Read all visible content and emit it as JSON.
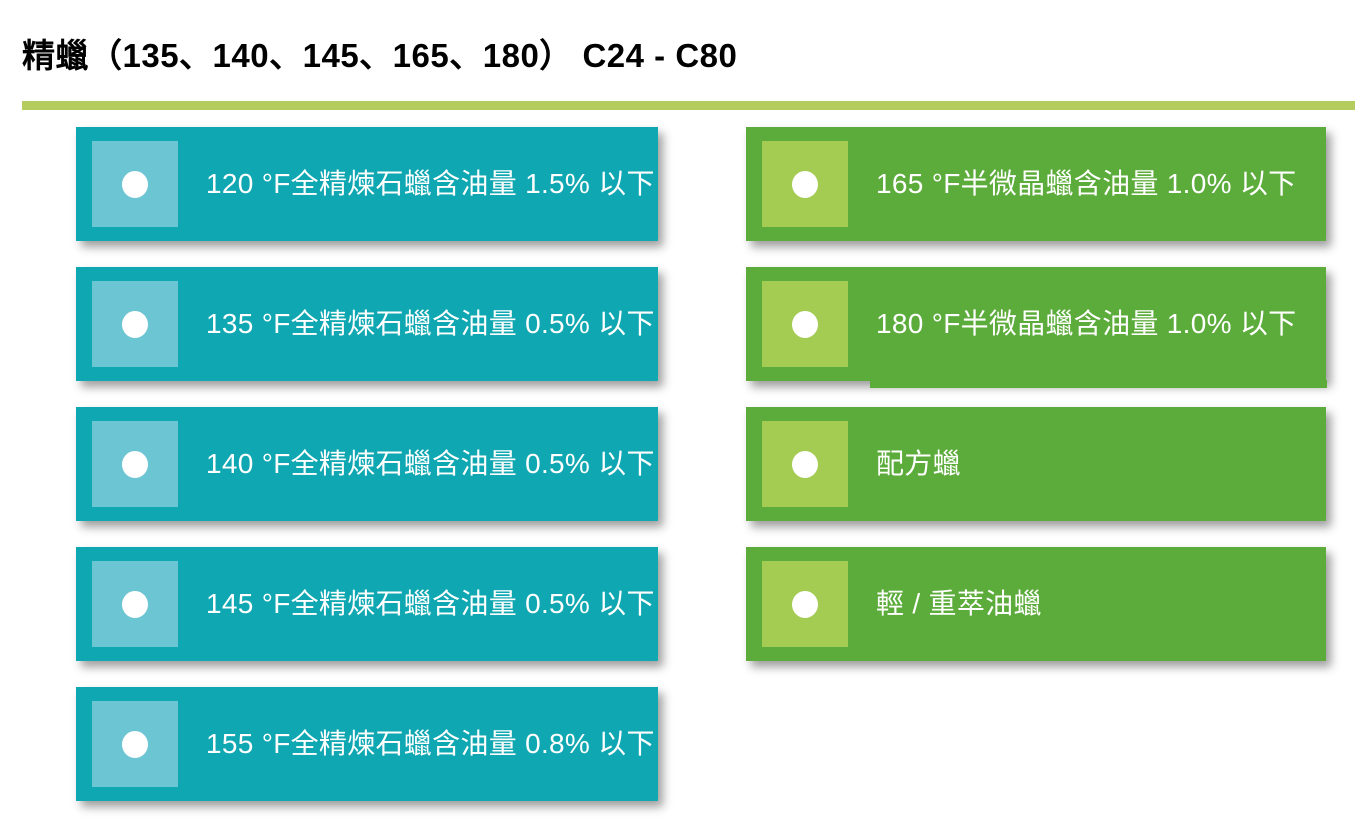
{
  "slide": {
    "title": "精蠟（135、140、145、165、180） C24 - C80",
    "rule_color": "#b5cc5e",
    "background_color": "#ffffff"
  },
  "colors": {
    "teal_card": "#0ea7b2",
    "teal_icon_box": "#6cc5d2",
    "green_card": "#5cac3b",
    "green_icon_box": "#a4cc53",
    "bullet": "#ffffff",
    "label_text": "#ffffff",
    "title_text": "#000000"
  },
  "left_column": {
    "name": "fully-refined-paraffin-column",
    "cards": [
      {
        "label": "120 °F全精煉石蠟含油量 1.5% 以下",
        "bullet_icon": "filled-circle-icon"
      },
      {
        "label": "135 °F全精煉石蠟含油量 0.5% 以下",
        "bullet_icon": "filled-circle-icon"
      },
      {
        "label": "140 °F全精煉石蠟含油量 0.5% 以下",
        "bullet_icon": "filled-circle-icon"
      },
      {
        "label": "145 °F全精煉石蠟含油量 0.5% 以下",
        "bullet_icon": "filled-circle-icon"
      },
      {
        "label": "155 °F全精煉石蠟含油量 0.8% 以下",
        "bullet_icon": "filled-circle-icon"
      }
    ]
  },
  "right_column": {
    "name": "semi-microcrystalline-wax-column",
    "cards": [
      {
        "label": "165 °F半微晶蠟含油量 1.0% 以下",
        "bullet_icon": "filled-circle-icon"
      },
      {
        "label": "180 °F半微晶蠟含油量 1.0% 以下",
        "bullet_icon": "filled-circle-icon"
      },
      {
        "label": "配方蠟",
        "bullet_icon": "filled-circle-icon"
      },
      {
        "label": "輕 / 重萃油蠟",
        "bullet_icon": "filled-circle-icon"
      }
    ]
  }
}
